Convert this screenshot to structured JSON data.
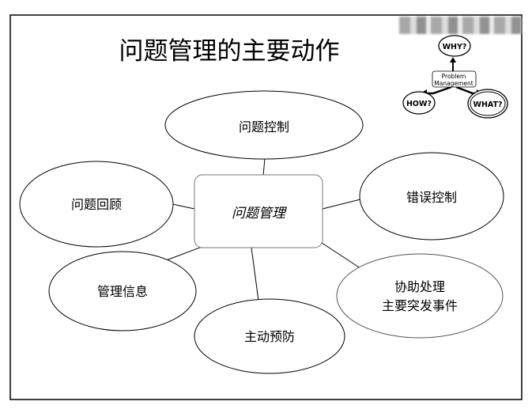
{
  "title": "问题管理的主要动作",
  "center": "问题管理",
  "nodes": {
    "control": "问题控制",
    "review": "问题回顾",
    "error_control": "错误控制",
    "info": "管理信息",
    "assist": [
      "协助处理",
      "主要突发事件"
    ],
    "prevent": "主动预防"
  },
  "logo": {
    "why": "WHY?",
    "how": "HOW?",
    "what": "WHAT?",
    "center": [
      "Problem",
      "Management"
    ]
  }
}
